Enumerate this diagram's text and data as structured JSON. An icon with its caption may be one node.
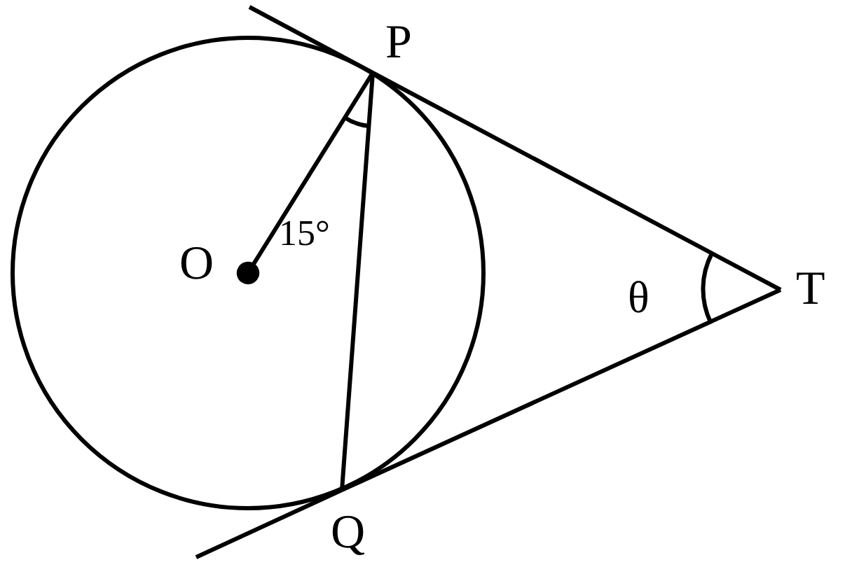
{
  "diagram": {
    "nodes": [
      {
        "text": [
          "O"
        ]
      },
      {
        "text": [
          "P"
        ]
      },
      {
        "text": [
          "Q"
        ]
      },
      {
        "text": [
          "T"
        ]
      }
    ],
    "edges": [
      {
        "from": 0,
        "to": 1,
        "arrow": "other"
      },
      {
        "from": 1,
        "to": 2,
        "arrow": "none"
      },
      {
        "from": 1,
        "to": 3,
        "arrow": "none"
      },
      {
        "from": 2,
        "to": 3,
        "arrow": "none"
      }
    ],
    "labels": [
      "15°",
      "θ"
    ]
  }
}
